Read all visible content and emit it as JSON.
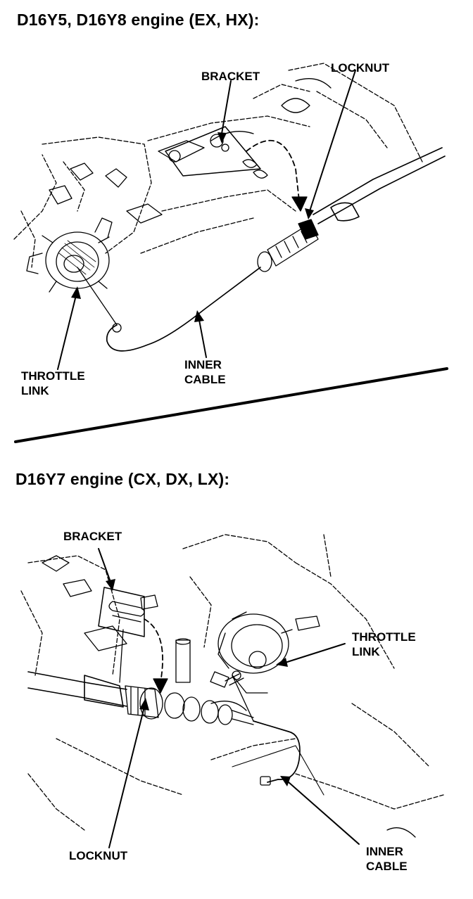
{
  "sections": [
    {
      "title": "D16Y5, D16Y8 engine (EX, HX):",
      "labels": {
        "bracket": "BRACKET",
        "locknut": "LOCKNUT",
        "throttle_link_1": "THROTTLE",
        "throttle_link_2": "LINK",
        "inner_cable_1": "INNER",
        "inner_cable_2": "CABLE"
      }
    },
    {
      "title": "D16Y7 engine (CX, DX, LX):",
      "labels": {
        "bracket": "BRACKET",
        "locknut": "LOCKNUT",
        "throttle_link_1": "THROTTLE",
        "throttle_link_2": "LINK",
        "inner_cable_1": "INNER",
        "inner_cable_2": "CABLE"
      }
    }
  ]
}
